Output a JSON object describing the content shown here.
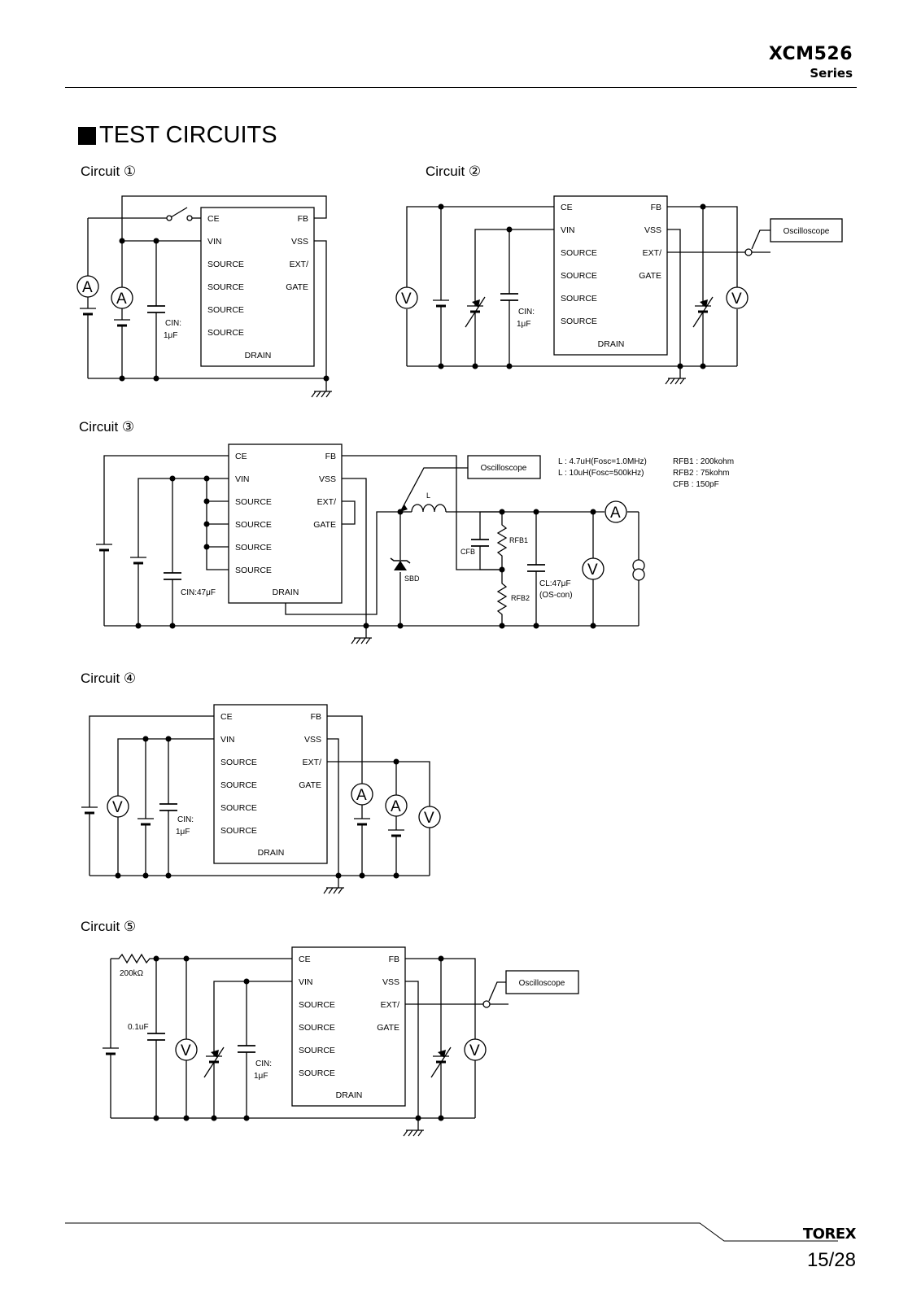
{
  "header": {
    "title": "XCM526",
    "subtitle": "Series"
  },
  "section": {
    "title": "TEST CIRCUITS"
  },
  "circuit_labels": [
    "Circuit ①",
    "Circuit ②",
    "Circuit ③",
    "Circuit ④",
    "Circuit ⑤"
  ],
  "ic": {
    "left_pins": [
      "CE",
      "VIN",
      "SOURCE",
      "SOURCE",
      "SOURCE",
      "SOURCE"
    ],
    "right_pins": [
      "FB",
      "VSS",
      "EXT/",
      "GATE"
    ],
    "bottom_pin": "DRAIN"
  },
  "components": {
    "cin_1uf_label": "CIN:",
    "cin_1uf_value": "1μF",
    "cin_47uf": "CIN:47μF",
    "oscilloscope": "Oscilloscope",
    "inductor": "L",
    "sbd": "SBD",
    "cfb": "CFB",
    "rfb1": "RFB1",
    "rfb2": "RFB2",
    "cl_value": "CL:47μF",
    "cl_type": "(OS-con)",
    "r_200k": "200kΩ",
    "c_01uf": "0.1uF",
    "ammeter": "A",
    "voltmeter": "V"
  },
  "notes": {
    "l1": "L : 4.7uH(Fosc=1.0MHz)",
    "l2": "L : 10uH(Fosc=500kHz)",
    "rfb1": "RFB1 : 200kohm",
    "rfb2": "RFB2 : 75kohm",
    "cfb": "CFB : 150pF"
  },
  "footer": {
    "brand": "TOREX",
    "page": "15/28"
  }
}
